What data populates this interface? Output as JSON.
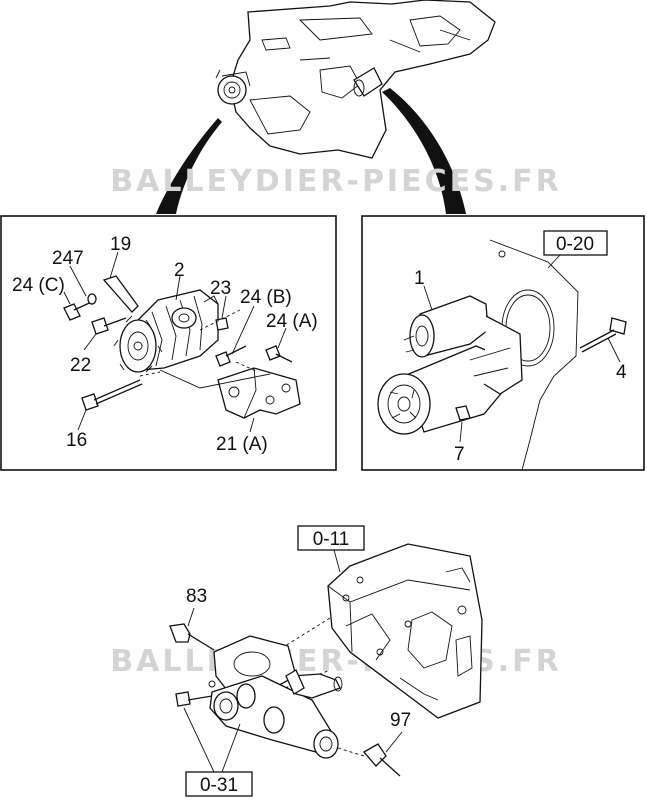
{
  "watermark": "BALLEYDIER-PIECES.FR",
  "callouts": {
    "p247": "247",
    "p19": "19",
    "p2": "2",
    "p24c": "24 (C)",
    "p23": "23",
    "p24b": "24 (B)",
    "p24a": "24 (A)",
    "p22": "22",
    "p16": "16",
    "p21a": "21 (A)",
    "p1": "1",
    "p4": "4",
    "p7": "7",
    "p83": "83",
    "p97": "97"
  },
  "refs": {
    "r020": "0-20",
    "r011": "0-11",
    "r031": "0-31"
  }
}
